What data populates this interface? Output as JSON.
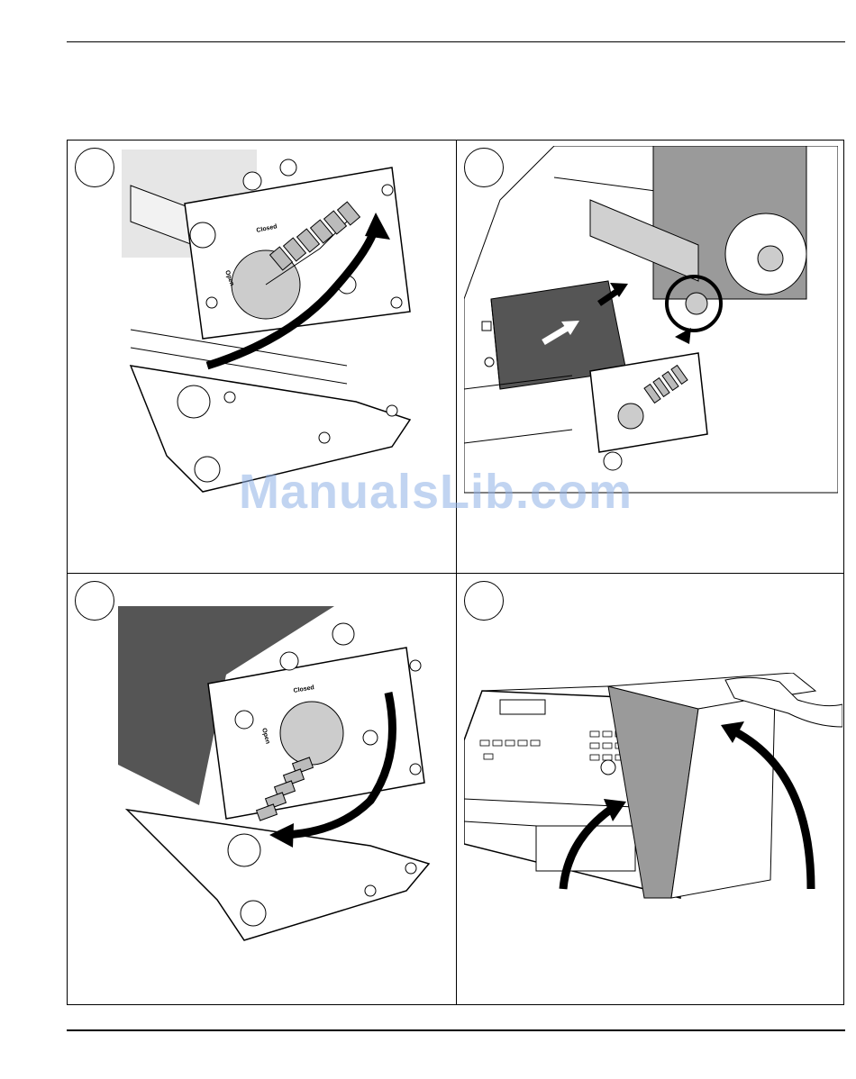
{
  "watermark": "ManualsLib.com",
  "knob_labels": {
    "closed": "Closed",
    "open": "Open"
  },
  "colors": {
    "ink": "#000000",
    "ribbon": "#555555",
    "ribbon_light": "#9a9a9a",
    "panel_gray": "#d9d9d9",
    "watermark": "#8fb1e6"
  },
  "icons": [
    "curved-arrow-icon",
    "straight-arrow-icon",
    "highlight-circle-icon"
  ]
}
